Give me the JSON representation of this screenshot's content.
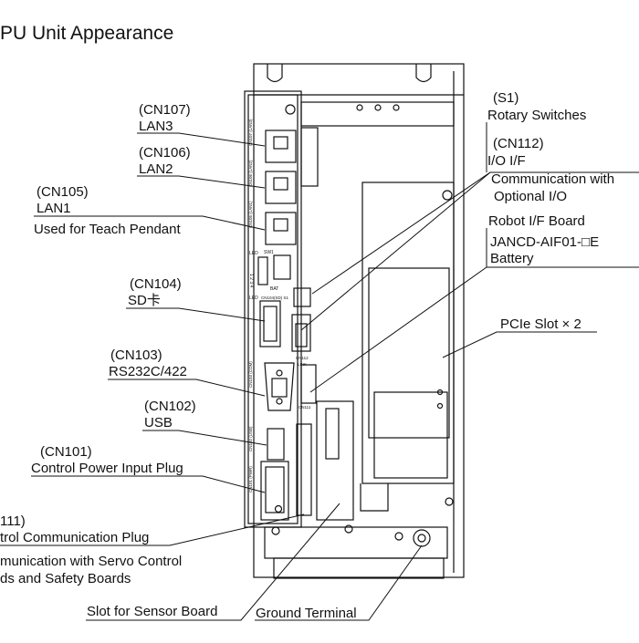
{
  "title": "PU Unit Appearance",
  "callouts": {
    "cn107": {
      "code": "(CN107)",
      "name": "LAN3"
    },
    "cn106": {
      "code": "(CN106)",
      "name": "LAN2"
    },
    "cn105": {
      "code": "(CN105)",
      "name": "LAN1",
      "note": "Used for Teach Pendant"
    },
    "cn104": {
      "code": "(CN104)",
      "name": "SD卡"
    },
    "cn103": {
      "code": "(CN103)",
      "name": "RS232C/422"
    },
    "cn102": {
      "code": "(CN102)",
      "name": "USB"
    },
    "cn101": {
      "code": "(CN101)",
      "name": "Control Power Input Plug"
    },
    "cn111": {
      "code": "111)",
      "name": "trol Communication Plug",
      "note1": "munication with Servo Control",
      "note2": "ds and Safety Boards"
    },
    "s1": {
      "code": "(S1)",
      "name": "Rotary Switches"
    },
    "cn112": {
      "code": "(CN112)",
      "name": "I/O I/F",
      "note1": "Communication with",
      "note2": "Optional I/O"
    },
    "robot_if": {
      "name": "Robot I/F Board",
      "model": "JANCD-AIF01-□E",
      "battery": "Battery"
    },
    "pcie": {
      "name": "PCIe Slot × 2"
    },
    "sensor": {
      "name": "Slot for Sensor Board"
    },
    "ground": {
      "name": "Ground Terminal"
    }
  },
  "panel_marks": {
    "cn107": "CN107 (LAN3)",
    "cn106": "CN106 (LAN2)",
    "cn105": "CN105 (LAN1)",
    "led": "LED",
    "led_digits": "1 2 3 4",
    "sw1": "SW1",
    "bat": "BAT",
    "cn104s1": "CN104(SD)  S1",
    "led2": "LED",
    "cn112": "CN112",
    "link": "LINK",
    "cn111": "CN111",
    "cn103": "CN103 (COM)",
    "cn102": "CN102 (USB)",
    "cn101": "CN101 (PWR)"
  }
}
